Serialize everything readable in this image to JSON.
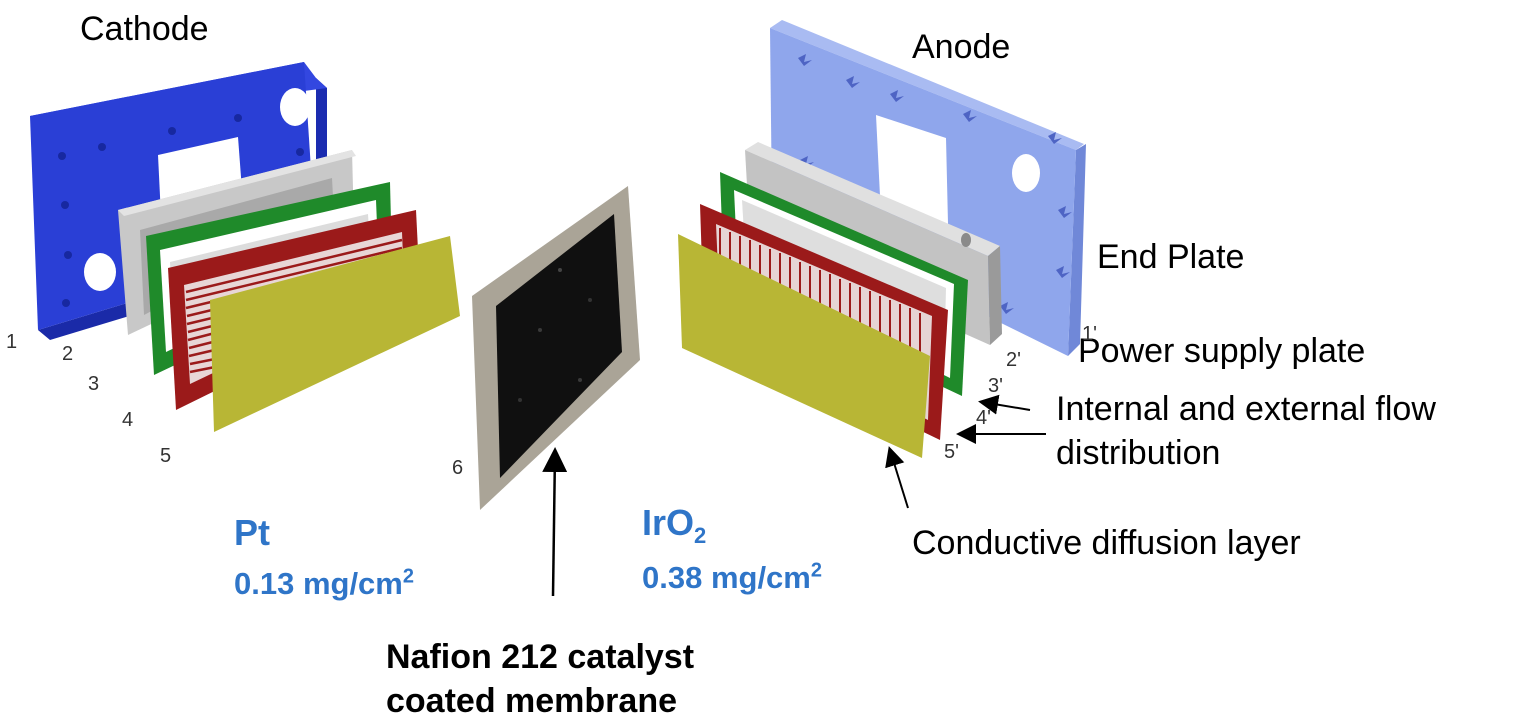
{
  "sides": {
    "cathode": "Cathode",
    "anode": "Anode"
  },
  "layers": {
    "end_plate": "End Plate",
    "power_supply_plate": "Power supply plate",
    "flow_distribution_line1": "Internal and external flow",
    "flow_distribution_line2": "distribution",
    "diffusion_layer": "Conductive diffusion layer"
  },
  "membrane": {
    "line1": "Nafion 212 catalyst",
    "line2": "coated membrane"
  },
  "catalysts": {
    "cathode": {
      "name": "Pt",
      "loading_value": "0.13 mg/cm",
      "loading_exp": "2"
    },
    "anode": {
      "name_main": "IrO",
      "name_sub": "2",
      "loading_value": "0.38 mg/cm",
      "loading_exp": "2"
    }
  },
  "part_numbers": {
    "n1": "1",
    "n2": "2",
    "n3": "3",
    "n4": "4",
    "n5": "5",
    "n6": "6",
    "n1p": "1'",
    "n2p": "2'",
    "n3p": "3'",
    "n4p": "4'",
    "n5p": "5'"
  },
  "colors": {
    "end_plate_cathode": "#2a3fd6",
    "end_plate_anode": "#8fa6ec",
    "power_plate": "#b9b9b9",
    "gasket": "#1f8a2a",
    "flow_field": "#9b1a1a",
    "diffusion": "#b8b635",
    "membrane_frame": "#a8a498",
    "membrane_core": "#111111",
    "catalyst_text": "#2f75c8"
  }
}
